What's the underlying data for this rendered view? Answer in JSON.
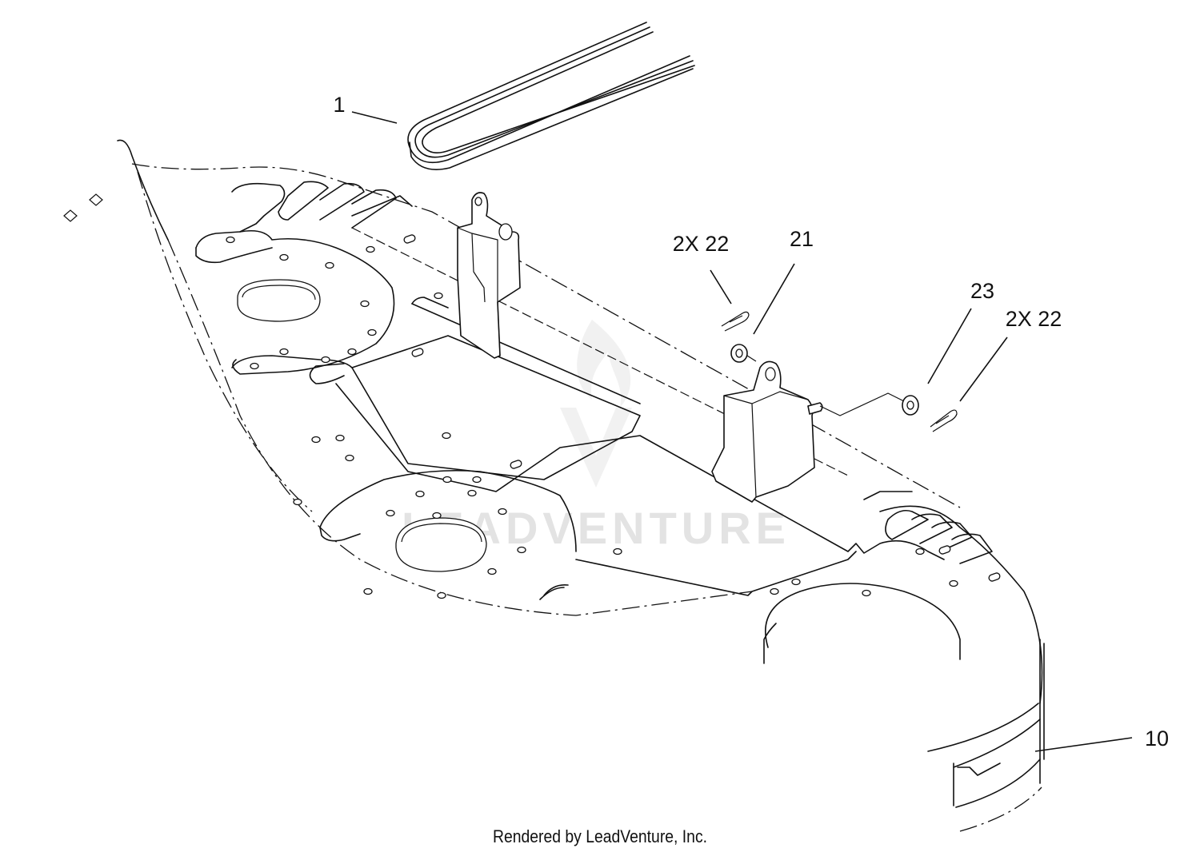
{
  "watermark": "LEADVENTURE",
  "callouts": {
    "c1": "1",
    "c2x22a": "2X 22",
    "c21": "21",
    "c23": "23",
    "c2x22b": "2X 22",
    "c10": "10"
  },
  "footer": "Rendered by LeadVenture, Inc."
}
